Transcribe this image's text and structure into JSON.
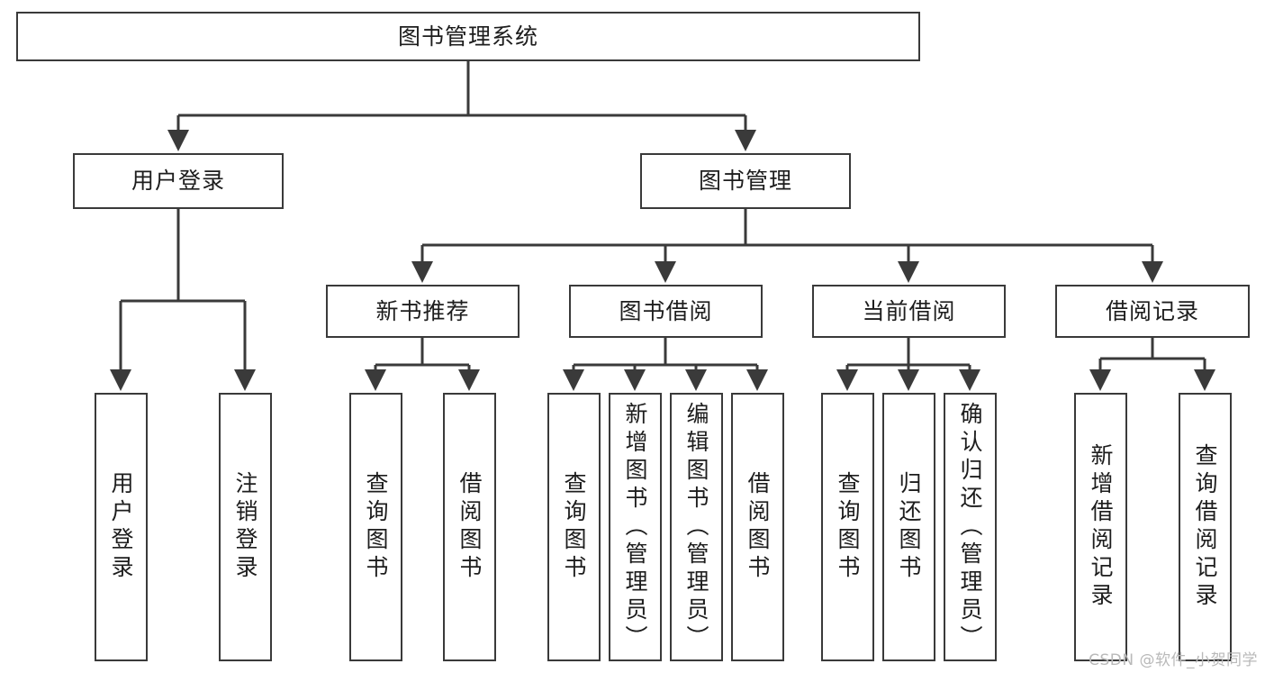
{
  "diagram": {
    "title": "图书管理系统",
    "type": "functional-structure-tree",
    "watermark": "CSDN @软件_小贺同学",
    "colors": {
      "background": "#ffffff",
      "node_border": "#3a3a3a",
      "node_fill": "#ffffff",
      "edge": "#3a3a3a",
      "text": "#1d1d1d",
      "watermark": "#b9b9b9"
    },
    "nodes": {
      "root": {
        "label": "图书管理系统"
      },
      "level2": [
        {
          "label": "用户登录"
        },
        {
          "label": "图书管理"
        }
      ],
      "level3": [
        {
          "label": "新书推荐"
        },
        {
          "label": "图书借阅"
        },
        {
          "label": "当前借阅"
        },
        {
          "label": "借阅记录"
        }
      ],
      "leaves": {
        "user_login": [
          {
            "label": "用户登录"
          },
          {
            "label": "注销登录"
          }
        ],
        "new_book_recommend": [
          {
            "label": "查询图书"
          },
          {
            "label": "借阅图书"
          }
        ],
        "book_borrow": [
          {
            "label": "查询图书"
          },
          {
            "label": "新增图书（管理员）"
          },
          {
            "label": "编辑图书（管理员）"
          },
          {
            "label": "借阅图书"
          }
        ],
        "current_borrow": [
          {
            "label": "查询图书"
          },
          {
            "label": "归还图书"
          },
          {
            "label": "确认归还（管理员）"
          }
        ],
        "borrow_record": [
          {
            "label": "新增借阅记录"
          },
          {
            "label": "查询借阅记录"
          }
        ]
      }
    }
  }
}
